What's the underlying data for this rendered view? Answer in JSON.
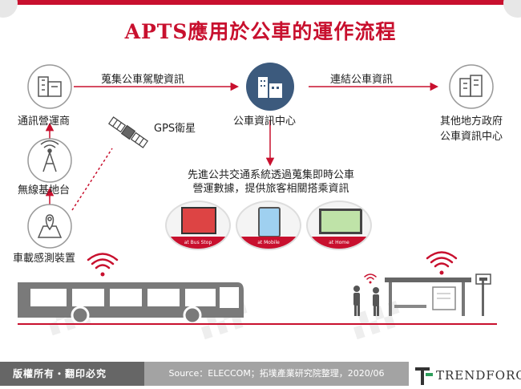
{
  "title": "APTS應用於公車的運作流程",
  "nodes": {
    "telecom": "通訊營運商",
    "base_station": "無線基地台",
    "onboard_device": "車載感測裝置",
    "gps": "GPS衛星",
    "center": "公車資訊中心",
    "other_gov_line1": "其他地方政府",
    "other_gov_line2": "公車資訊中心"
  },
  "edges": {
    "collect": "蒐集公車駕駛資訊",
    "link": "連結公車資訊"
  },
  "description": {
    "line1": "先進公共交通系統透過蒐集即時公車",
    "line2": "營運數據，提供旅客相關搭乘資訊"
  },
  "outputs": [
    {
      "label": "at Bus Stop"
    },
    {
      "label": "at Mobile"
    },
    {
      "label": "at Home"
    }
  ],
  "footer": {
    "copyright": "版權所有・翻印必究",
    "source": "Source：ELECCOM；拓墣產業研究院整理，2020/06",
    "brand": "TRENDFORCE"
  },
  "colors": {
    "accent": "#c8102e",
    "node_dark": "#3c5a7d",
    "bus_gray": "#7a7a7a"
  },
  "icons": [
    "building-icon",
    "office-building-icon",
    "antenna-tower-icon",
    "map-pin-icon",
    "satellite-icon",
    "wifi-icon",
    "bus-icon",
    "bus-shelter-icon",
    "person-icon",
    "bus-stop-sign-icon"
  ]
}
